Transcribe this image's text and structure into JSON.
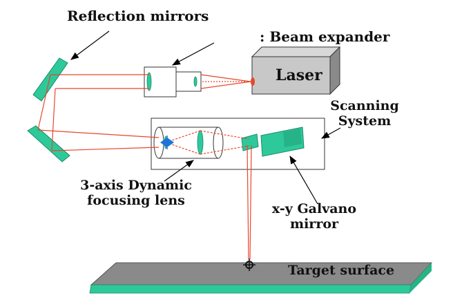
{
  "labels": {
    "reflection_mirrors": "Reflection mirrors",
    "beam_expander": ": Beam expander",
    "laser": "Laser",
    "scanning_system_line1": "Scanning",
    "scanning_system_line2": "System",
    "focusing_lens_line1": "3-axis Dynamic",
    "focusing_lens_line2": "focusing lens",
    "galvano_line1": "x-y Galvano",
    "galvano_line2": "mirror",
    "target_surface": "Target surface"
  },
  "colors": {
    "beam": "#e8452a",
    "mirror": "#2ec99b",
    "laser_front": "#c8c8c8",
    "laser_top": "#d8d8d8",
    "laser_side": "#8a8a8a",
    "target_top": "#8a8a8a",
    "target_edge": "#2ec99b",
    "focus_marker": "#1e73d8",
    "outline": "#333333"
  }
}
